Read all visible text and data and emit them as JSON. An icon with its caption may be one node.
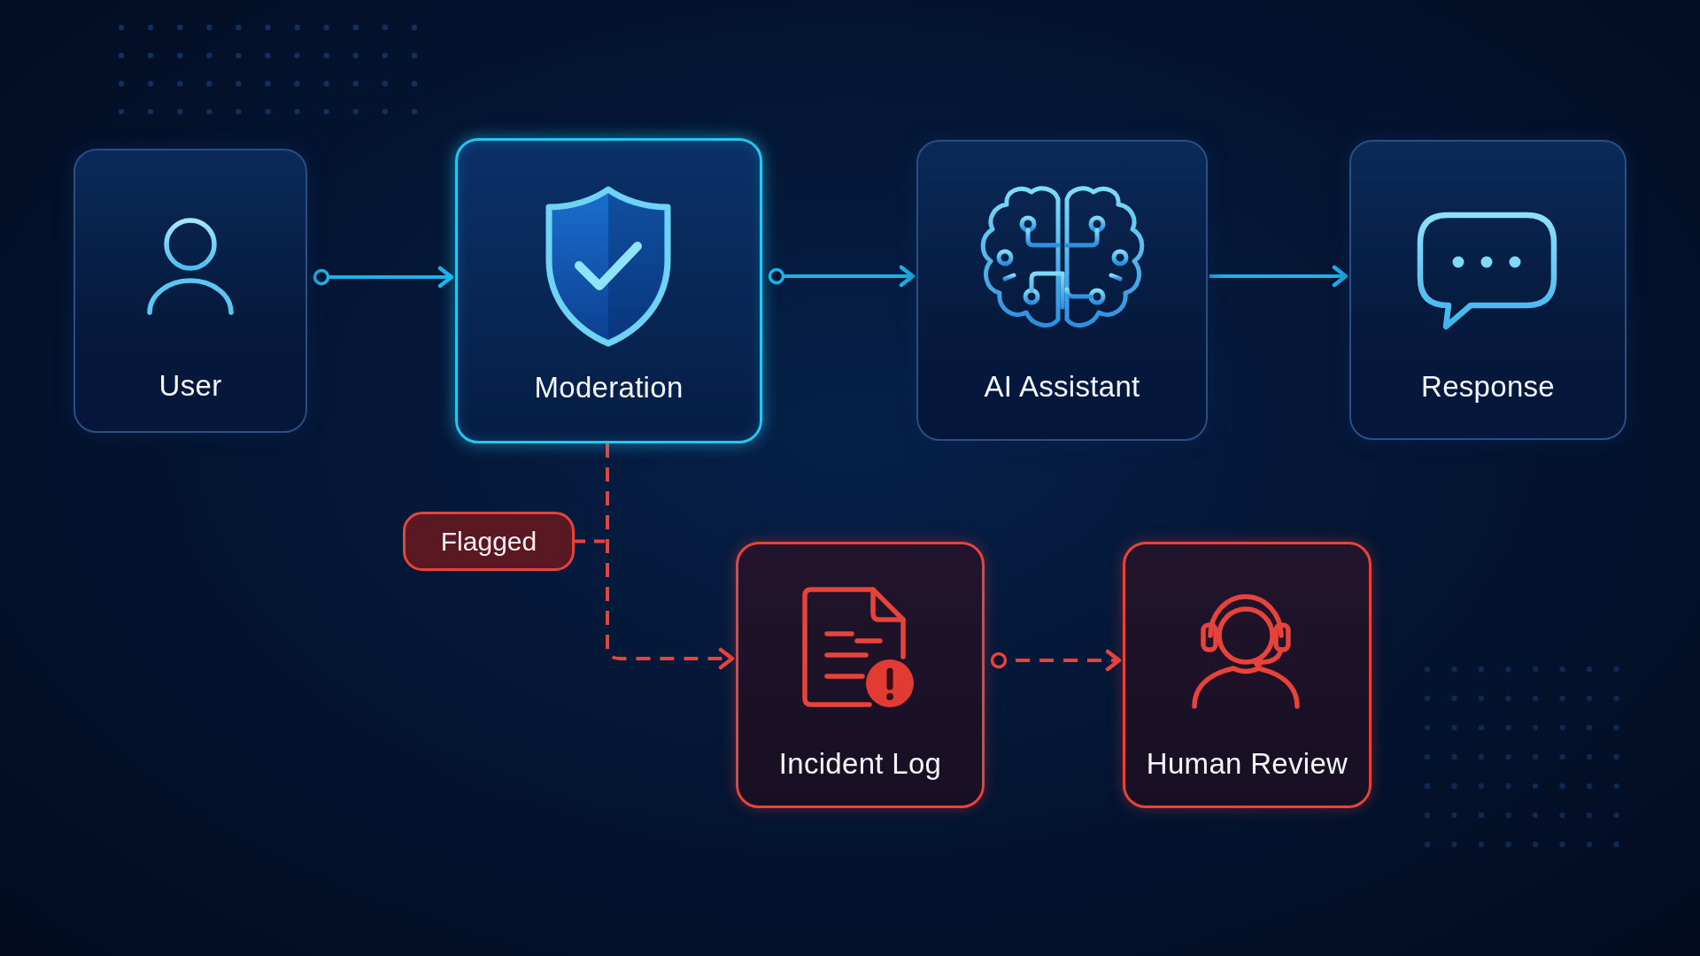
{
  "diagram": {
    "nodes": [
      {
        "text": [
          "User"
        ]
      },
      {
        "text": [
          "Moderation"
        ]
      },
      {
        "text": [
          "AI Assistant"
        ]
      },
      {
        "text": [
          "Response"
        ]
      },
      {
        "text": [
          "Incident Log"
        ]
      },
      {
        "text": [
          "Human Review"
        ]
      }
    ],
    "edges": [
      {
        "from": 0,
        "to": 1,
        "arrow": "to"
      },
      {
        "from": 1,
        "to": 2,
        "arrow": "to"
      },
      {
        "from": 2,
        "to": 3,
        "arrow": "to"
      },
      {
        "from": 1,
        "to": 4,
        "arrow": "to",
        "label": "Flagged",
        "style": "dashed",
        "color": "#e8433a"
      },
      {
        "from": 4,
        "to": 5,
        "arrow": "to",
        "style": "dashed",
        "color": "#e8433a"
      }
    ]
  }
}
